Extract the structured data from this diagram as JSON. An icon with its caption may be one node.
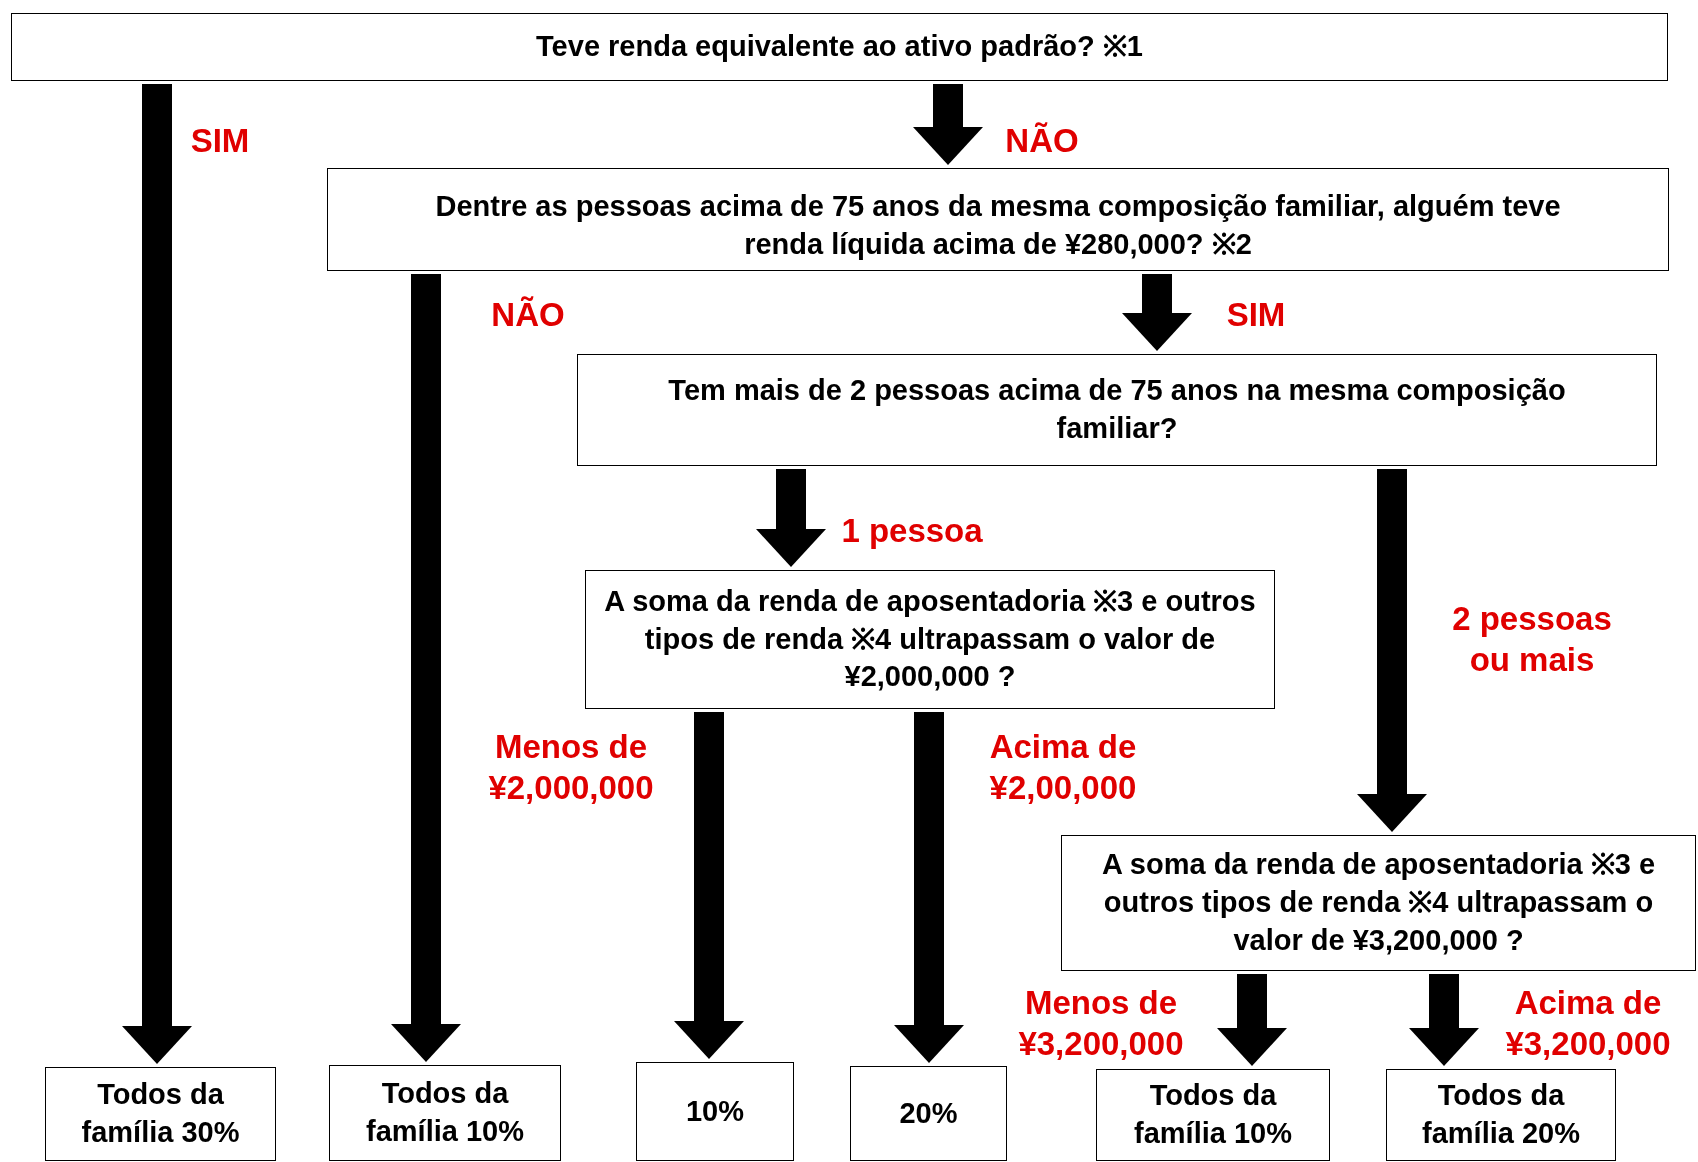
{
  "diagram": {
    "nodes": [
      {
        "text": [
          "Teve renda equivalente ao ativo padrão?  ※1"
        ]
      },
      {
        "text": [
          "Dentre as pessoas acima de 75 anos da mesma composição familiar, alguém teve renda líquida acima de ¥280,000?  ※2"
        ]
      },
      {
        "text": [
          "Tem mais de 2 pessoas acima de 75 anos na mesma composição familiar?"
        ]
      },
      {
        "text": [
          "A soma da renda de aposentadoria  ※3 e outros tipos de renda  ※4 ultrapassam o valor de ¥2,000,000 ?"
        ]
      },
      {
        "text": [
          "A soma da renda de aposentadoria ※3 e outros tipos de renda  ※4 ultrapassam o valor de ¥3,200,000 ?"
        ]
      },
      {
        "text": [
          "Todos da família 30%"
        ]
      },
      {
        "text": [
          "Todos da família 10%"
        ]
      },
      {
        "text": [
          "10%"
        ]
      },
      {
        "text": [
          "20%"
        ]
      },
      {
        "text": [
          "Todos da família 10%"
        ]
      },
      {
        "text": [
          "Todos da família 20%"
        ]
      }
    ],
    "edges": [
      {
        "from": 0,
        "to": 5,
        "arrow": "to",
        "label": "SIM"
      },
      {
        "from": 0,
        "to": 1,
        "arrow": "to",
        "label": "NÃO"
      },
      {
        "from": 1,
        "to": 6,
        "arrow": "to",
        "label": "NÃO"
      },
      {
        "from": 1,
        "to": 2,
        "arrow": "to",
        "label": "SIM"
      },
      {
        "from": 2,
        "to": 3,
        "arrow": "to",
        "label": "1 pessoa"
      },
      {
        "from": 2,
        "to": 4,
        "arrow": "to",
        "label": "2 pessoas ou mais"
      },
      {
        "from": 3,
        "to": 7,
        "arrow": "to",
        "label": "Menos de ¥2,000,000"
      },
      {
        "from": 3,
        "to": 8,
        "arrow": "to",
        "label": "Acima de ¥2,00,000"
      },
      {
        "from": 4,
        "to": 9,
        "arrow": "to",
        "label": "Menos de ¥3,200,000"
      },
      {
        "from": 4,
        "to": 10,
        "arrow": "to",
        "label": "Acima de ¥3,200,000"
      }
    ]
  }
}
